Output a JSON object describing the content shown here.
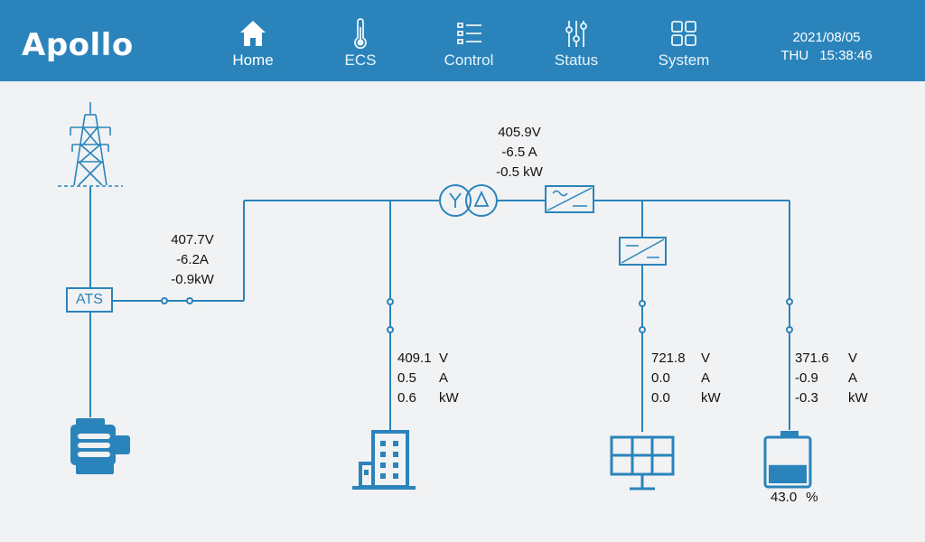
{
  "app": {
    "brand": "Apollo"
  },
  "nav": {
    "home": "Home",
    "ecs": "ECS",
    "control": "Control",
    "status": "Status",
    "system": "System"
  },
  "datetime": {
    "date": "2021/08/05",
    "weekday": "THU",
    "time": "15:38:46"
  },
  "diagram": {
    "ats_label": "ATS",
    "ats_feeder": {
      "voltage": "407.7",
      "current": "-6.2",
      "power": "-0.9"
    },
    "transformer": {
      "voltage": "405.9",
      "current": "-6.5",
      "power": "-0.5"
    },
    "building_load": {
      "voltage": "409.1",
      "current": "0.5",
      "power": "0.6"
    },
    "pv": {
      "voltage": "721.8",
      "current": "0.0",
      "power": "0.0"
    },
    "battery": {
      "voltage": "371.6",
      "current": "-0.9",
      "power": "-0.3",
      "soc": "43.0",
      "soc_unit": "%",
      "soc_fraction": 0.43
    },
    "units": {
      "voltage": "V",
      "current": "A",
      "power": "kW"
    }
  },
  "colors": {
    "accent": "#2a84bb",
    "background": "#f1f2f4",
    "text": "#111111"
  },
  "icons": [
    "home-icon",
    "thermometer-icon",
    "list-icon",
    "sliders-icon",
    "grid-icon",
    "power-tower-icon",
    "generator-icon",
    "building-icon",
    "solar-panel-icon",
    "battery-icon",
    "transformer-icon",
    "inverter-icon",
    "converter-icon"
  ]
}
